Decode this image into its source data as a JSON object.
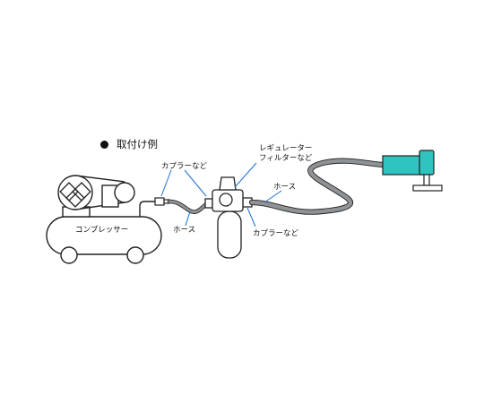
{
  "title": "取付け例",
  "labels": {
    "coupler_left": "カプラーなど",
    "regulator_line1": "レギュレーター",
    "regulator_line2": "フィルターなど",
    "hose_right": "ホース",
    "compressor": "コンプレッサー",
    "hose_left": "ホース",
    "coupler_right": "カプラーなど"
  },
  "colors": {
    "outline": "#222222",
    "hose": "#8f9396",
    "tool_body": "#2fc4c0",
    "leader": "#1b6fd6",
    "bullet": "#111111"
  }
}
